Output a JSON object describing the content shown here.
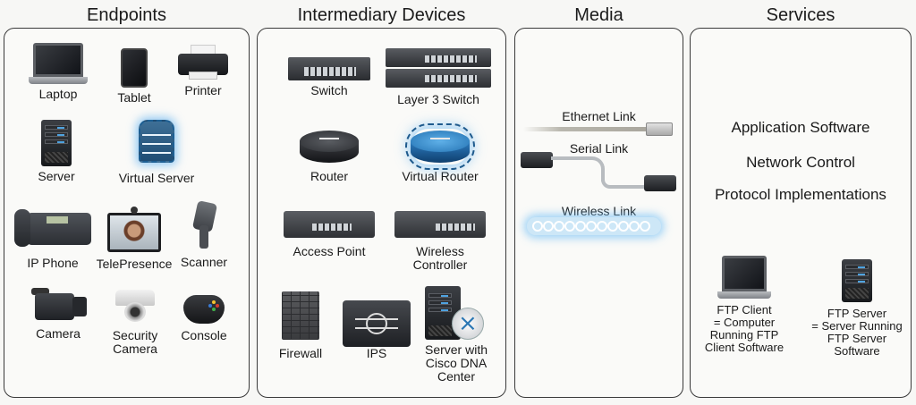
{
  "categories": [
    {
      "id": "endpoints",
      "title": "Endpoints",
      "items": [
        {
          "label": "Laptop",
          "icon": "laptop-icon"
        },
        {
          "label": "Tablet",
          "icon": "tablet-icon"
        },
        {
          "label": "Printer",
          "icon": "printer-icon"
        },
        {
          "label": "Server",
          "icon": "server-icon"
        },
        {
          "label": "Virtual Server",
          "icon": "virtual-server-icon"
        },
        {
          "label": "IP Phone",
          "icon": "ip-phone-icon"
        },
        {
          "label": "TelePresence",
          "icon": "telepresence-icon"
        },
        {
          "label": "Scanner",
          "icon": "scanner-icon"
        },
        {
          "label": "Camera",
          "icon": "camera-icon"
        },
        {
          "label": "Security\nCamera",
          "icon": "security-camera-icon"
        },
        {
          "label": "Console",
          "icon": "game-console-icon"
        }
      ]
    },
    {
      "id": "intermediary",
      "title": "Intermediary Devices",
      "items": [
        {
          "label": "Switch",
          "icon": "switch-icon"
        },
        {
          "label": "Layer 3 Switch",
          "icon": "layer3-switch-icon"
        },
        {
          "label": "Router",
          "icon": "router-icon"
        },
        {
          "label": "Virtual Router",
          "icon": "virtual-router-icon"
        },
        {
          "label": "Access Point",
          "icon": "access-point-icon"
        },
        {
          "label": "Wireless\nController",
          "icon": "wireless-controller-icon"
        },
        {
          "label": "Firewall",
          "icon": "firewall-icon"
        },
        {
          "label": "IPS",
          "icon": "ips-icon"
        },
        {
          "label": "Server with\nCisco DNA\nCenter",
          "icon": "dna-center-server-icon"
        }
      ]
    },
    {
      "id": "media",
      "title": "Media",
      "items": [
        {
          "label": "Ethernet Link",
          "icon": "ethernet-cable-icon"
        },
        {
          "label": "Serial Link",
          "icon": "serial-cable-icon"
        },
        {
          "label": "Wireless Link",
          "icon": "wireless-wave-icon"
        }
      ]
    },
    {
      "id": "services",
      "title": "Services",
      "lines": [
        "Application Software",
        "Network Control",
        "Protocol Implementations"
      ],
      "items": [
        {
          "label": "FTP Client\n= Computer\nRunning FTP\nClient Software",
          "icon": "laptop-icon"
        },
        {
          "label": "FTP Server\n= Server Running\nFTP Server\nSoftware",
          "icon": "server-icon"
        }
      ]
    }
  ],
  "colors": {
    "virtual_glow": "#5fb0e8",
    "panel_border": "#3a3a3a",
    "background": "#f7f7f5"
  }
}
